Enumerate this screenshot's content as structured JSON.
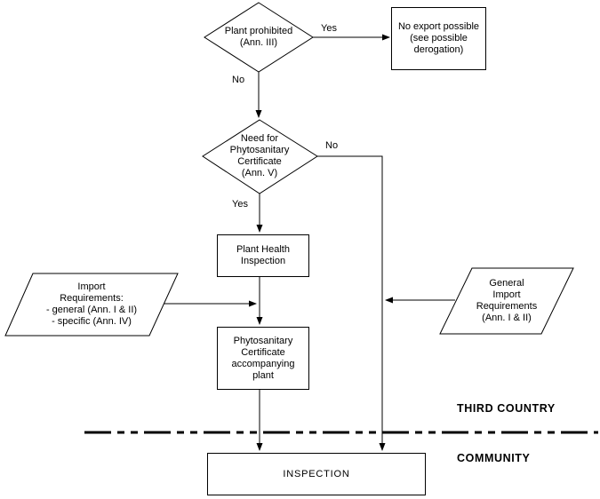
{
  "colors": {
    "background": "#ffffff",
    "line": "#000000",
    "text": "#000000"
  },
  "nodes": {
    "plant_prohibited": {
      "type": "decision",
      "label": "Plant prohibited\n(Ann. III)"
    },
    "no_export": {
      "type": "terminator",
      "label": "No export possible\n(see possible\nderogation)"
    },
    "need_certificate": {
      "type": "decision",
      "label": "Need for\nPhytosanitary\nCertificate\n(Ann. V)"
    },
    "plant_health_inspection": {
      "type": "process",
      "label": "Plant Health\nInspection"
    },
    "import_requirements": {
      "type": "data",
      "label": "Import\nRequirements:\n- general (Ann. I & II)\n- specific (Ann. IV)"
    },
    "general_import_requirements": {
      "type": "data",
      "label": "General\nImport\nRequirements\n(Ann. I & II)"
    },
    "phytosanitary_certificate": {
      "type": "process",
      "label": "Phytosanitary\nCertificate\naccompanying\nplant"
    },
    "inspection": {
      "type": "process",
      "label": "INSPECTION"
    }
  },
  "edge_labels": {
    "prohibited_yes": "Yes",
    "prohibited_no": "No",
    "certificate_no": "No",
    "certificate_yes": "Yes"
  },
  "regions": {
    "third_country": "THIRD COUNTRY",
    "community": "COMMUNITY"
  }
}
